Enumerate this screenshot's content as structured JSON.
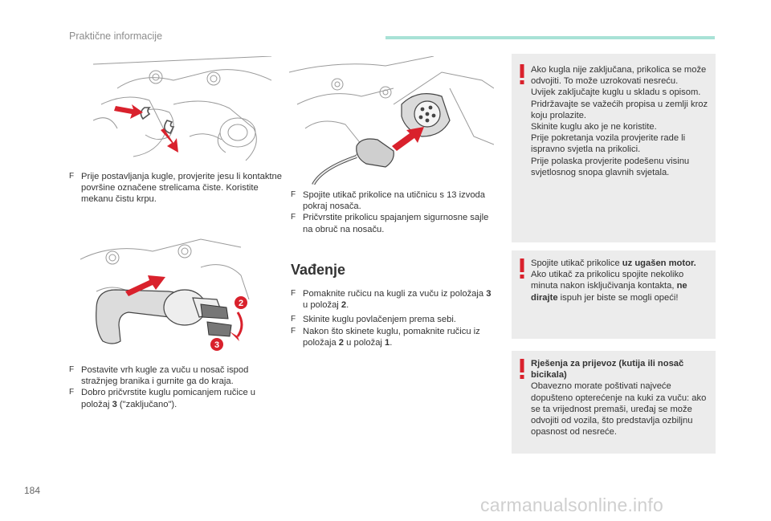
{
  "header": {
    "section_title": "Praktične informacije",
    "page_number": "184"
  },
  "watermark": "carmanualsonline.info",
  "colors": {
    "accent_bar": "#a8e2d6",
    "arrow_red": "#d9212c",
    "warn_box": "#ececec"
  },
  "figures": {
    "fig1": {
      "icons": [
        "red-arrow-icon",
        "red-arrow-icon"
      ]
    },
    "fig2": {
      "icons": [
        "red-arrow-icon"
      ]
    },
    "fig3": {
      "badge_2": "2",
      "badge_3": "3"
    }
  },
  "col1": {
    "block1": {
      "line1": "Prije postavljanja kugle, provjerite jesu li kontaktne površine označene strelicama čiste. Koristite mekanu čistu krpu."
    },
    "block2": {
      "line1": "Postavite vrh kugle za vuču u nosač ispod stražnjeg branika i gurnite ga do kraja.",
      "line2_pre": "Dobro pričvrstite kuglu pomicanjem ručice u položaj ",
      "line2_bold": "3",
      "line2_post": " (\"zaključano\")."
    }
  },
  "col2": {
    "block1": {
      "line1": "Spojite utikač prikolice na utičnicu s 13 izvoda pokraj nosača.",
      "line2": "Pričvrstite prikolicu spajanjem sigurnosne sajle na obruč na nosaču."
    },
    "section_title": "Vađenje",
    "block2": {
      "line1_pre": "Pomaknite ručicu na kugli za vuču iz položaja ",
      "line1_b1": "3",
      "line1_mid": " u položaj ",
      "line1_b2": "2",
      "line1_post": ".",
      "line2": "Skinite kuglu povlačenjem prema sebi.",
      "line3_pre": "Nakon što skinete kuglu, pomaknite ručicu iz položaja ",
      "line3_b1": "2",
      "line3_mid": " u položaj ",
      "line3_b2": "1",
      "line3_post": "."
    }
  },
  "warnings": {
    "w1": "Ako kugla nije zaključana, prikolica se može odvojiti. To može uzrokovati nesreću.\nUvijek zaključajte kuglu u skladu s opisom.\nPridržavajte se važećih propisa u zemlji kroz koju prolazite.\nSkinite kuglu ako je ne koristite.\nPrije pokretanja vozila provjerite rade li ispravno svjetla na prikolici.\nPrije polaska provjerite podešenu visinu svjetlosnog snopa glavnih svjetala.",
    "w2": {
      "pre": "Spojite utikač prikolice ",
      "bold1": "uz ugašen motor.",
      "mid": " Ako utikač za prikolicu spojite nekoliko minuta nakon isključivanja kontakta, ",
      "bold2": "ne dirajte",
      "post": " ispuh jer biste se mogli opeći!"
    },
    "w3": {
      "title": "Rješenja za prijevoz (kutija ili nosač bicikala)",
      "body": "Obavezno morate poštivati najveće dopušteno opterećenje na kuki za vuču: ako se ta vrijednost premaši, uređaj se može odvojiti od vozila, što predstavlja ozbiljnu opasnost od nesreće."
    }
  },
  "bullet_marker": "F"
}
